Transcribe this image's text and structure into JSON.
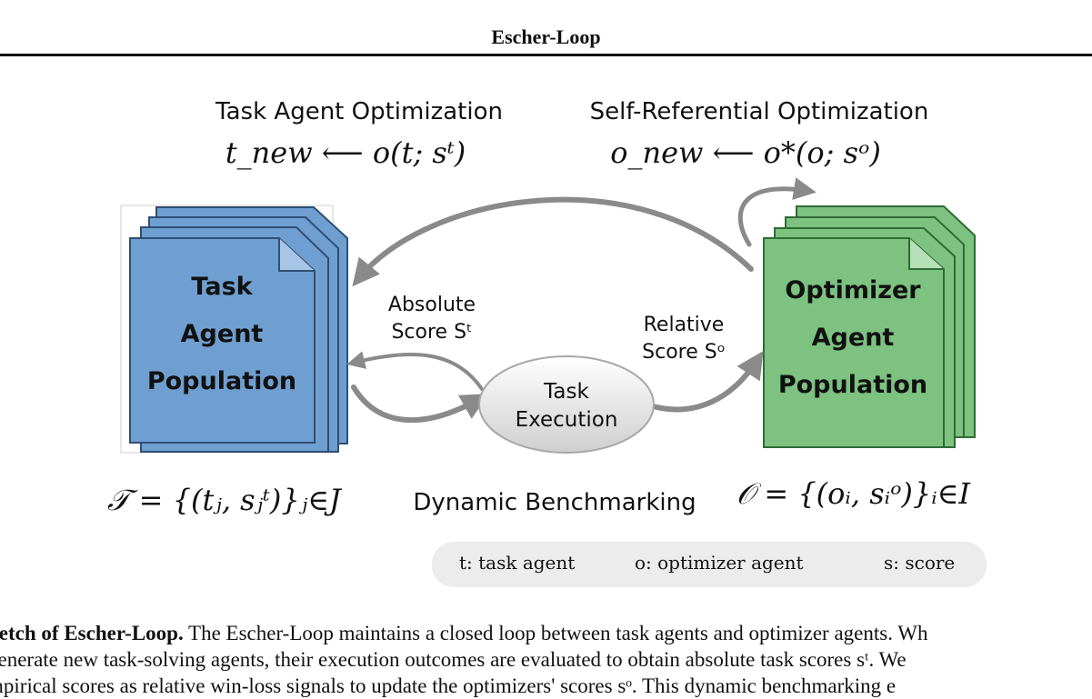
{
  "header": {
    "running_title": "Escher-Loop"
  },
  "figure": {
    "task_opt_title": "Task Agent Optimization",
    "task_opt_formula": "t_new ⟵ o(t; sᵗ)",
    "self_ref_title": "Self-Referential Optimization",
    "self_ref_formula": "o_new ⟵ o*(o; sᵒ)",
    "task_pop": [
      "Task",
      "Agent",
      "Population"
    ],
    "opt_pop": [
      "Optimizer",
      "Agent",
      "Population"
    ],
    "abs_score": [
      "Absolute",
      "Score Sᵗ"
    ],
    "rel_score": [
      "Relative",
      "Score Sᵒ"
    ],
    "task_exec": [
      "Task",
      "Execution"
    ],
    "dyn_bench": "Dynamic Benchmarking",
    "task_set_formula": "𝒯 = {(tⱼ, sⱼᵗ)}ⱼ∈J",
    "opt_set_formula": "𝒪 = {(oᵢ, sᵢᵒ)}ᵢ∈I",
    "colors": {
      "task_blue": "#6f9fd0",
      "opt_green": "#7dc280",
      "arrow_gray": "#8a8a8a"
    }
  },
  "legend": {
    "t": "t: task agent",
    "o": "o: optimizer agent",
    "s": "s: score"
  },
  "caption": {
    "bold_lead": "ketch of Escher-Loop.",
    "line1": " The Escher-Loop maintains a closed loop between task agents and optimizer agents. Wh",
    "line2": "generate new task-solving agents, their execution outcomes are evaluated to obtain absolute task scores sᵗ. We",
    "line3": "mpirical scores as relative win-loss signals to update the optimizers' scores sᵒ. This dynamic benchmarking e"
  }
}
